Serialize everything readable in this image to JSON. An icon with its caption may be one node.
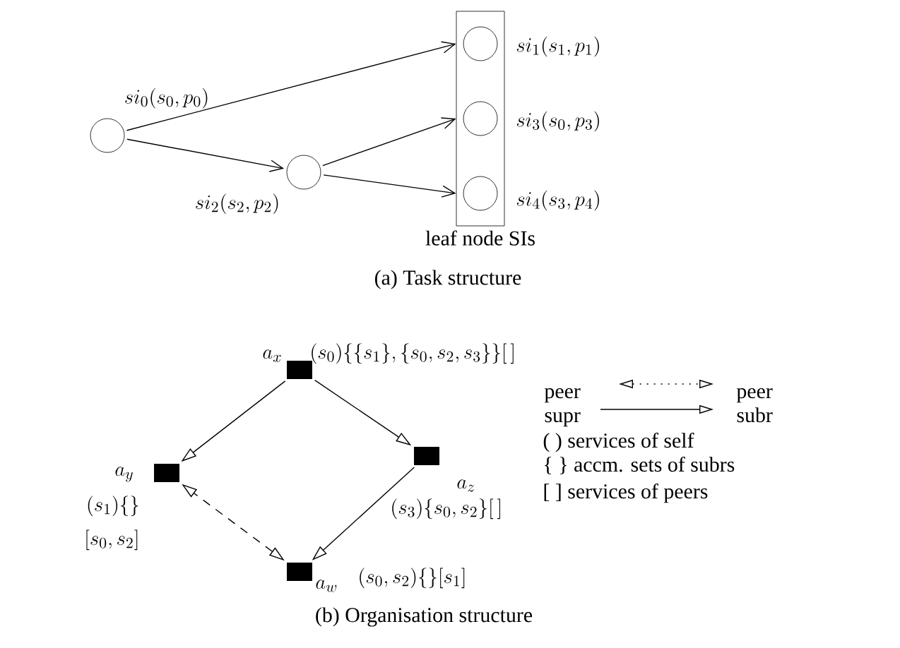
{
  "diagram": {
    "nodes": [
      {
        "text": [
          "si_0(s_0,p_0)"
        ]
      },
      {
        "text": [
          "si_2(s_2,p_2)"
        ]
      },
      {
        "text": [
          "leaf node SIs"
        ]
      },
      {
        "text": [
          "si_1(s_1,p_1)"
        ],
        "in": 2
      },
      {
        "text": [
          "si_3(s_0,p_3)"
        ],
        "in": 2
      },
      {
        "text": [
          "si_4(s_3,p_4)"
        ],
        "in": 2
      },
      {
        "text": [
          "a_x",
          "(s_0)\\{\\{s_1\\},\\{s_0,s_2,s_3\\}\\}[\\,]"
        ]
      },
      {
        "text": [
          "a_y",
          "(s_1)\\{\\}",
          "[s_0,s_2]"
        ]
      },
      {
        "text": [
          "a_z",
          "(s_3)\\{s_0,s_2\\}[\\,]"
        ]
      },
      {
        "text": [
          "a_w",
          "(s_0,s_2)\\{\\}[s_1]"
        ]
      }
    ],
    "edges": [
      {
        "from": 0,
        "to": 3,
        "arrow": "to"
      },
      {
        "from": 0,
        "to": 1,
        "arrow": "to"
      },
      {
        "from": 1,
        "to": 4,
        "arrow": "to"
      },
      {
        "from": 1,
        "to": 5,
        "arrow": "to"
      },
      {
        "from": 6,
        "to": 7,
        "arrow": "to"
      },
      {
        "from": 6,
        "to": 8,
        "arrow": "to"
      },
      {
        "from": 8,
        "to": 9,
        "arrow": "to"
      },
      {
        "from": 9,
        "to": 7,
        "arrow": "both",
        "style": "dashed"
      }
    ],
    "labels": [
      "(a) Task structure",
      "peer",
      "peer",
      "supr",
      "subr",
      "( ) services of self",
      "{ } accm. sets of subrs",
      "[ ] services of peers",
      "(b) Organisation structure"
    ]
  }
}
